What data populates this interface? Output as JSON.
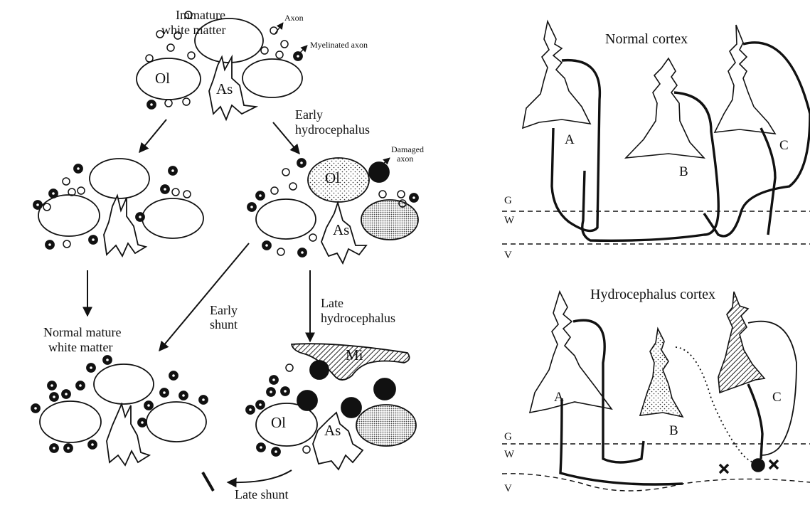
{
  "left_panel": {
    "immature_label_line1": "Immature",
    "immature_label_line2": "white matter",
    "axon_label": "Axon",
    "myelinated_axon_label": "Myelinated axon",
    "damaged_axon_label_line1": "Damaged",
    "damaged_axon_label_line2": "axon",
    "early_hydro_line1": "Early",
    "early_hydro_line2": "hydrocephalus",
    "late_hydro_line1": "Late",
    "late_hydro_line2": "hydrocephalus",
    "early_shunt_line1": "Early",
    "early_shunt_line2": "shunt",
    "late_shunt_label": "Late shunt",
    "normal_mature_line1": "Normal mature",
    "normal_mature_line2": "white matter",
    "ol_label": "Ol",
    "as_label": "As",
    "mi_label": "Mi"
  },
  "right_panel": {
    "normal_title": "Normal cortex",
    "hydro_title": "Hydrocephalus cortex",
    "neuron_a": "A",
    "neuron_b": "B",
    "neuron_c": "C",
    "layer_g": "G",
    "layer_w": "W",
    "layer_v": "V"
  }
}
